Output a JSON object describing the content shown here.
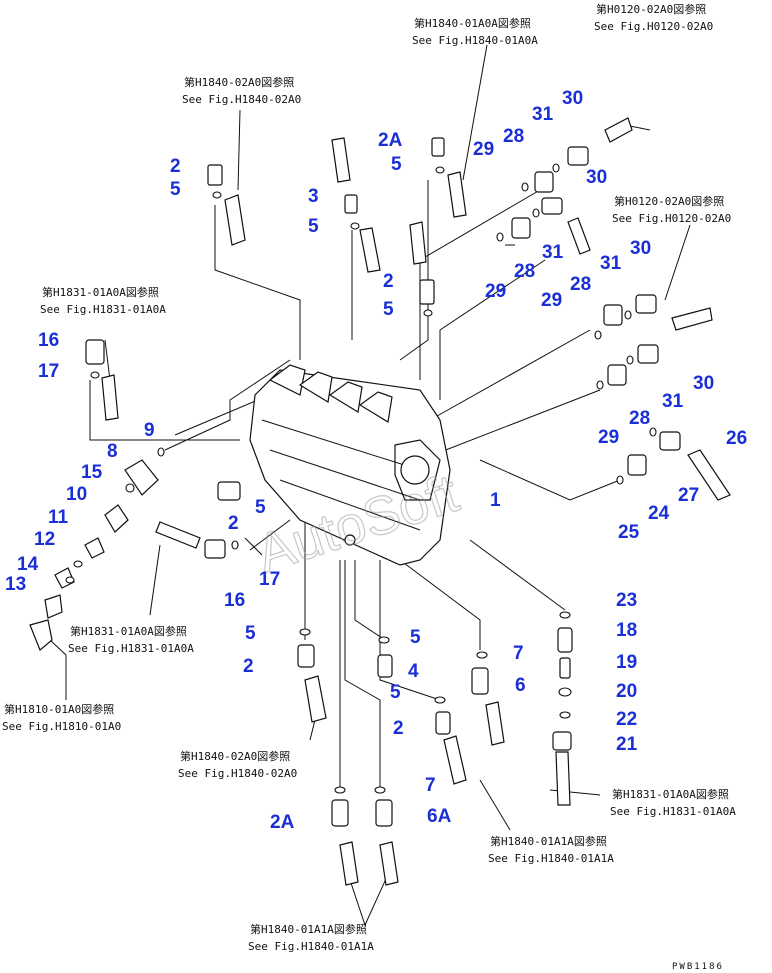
{
  "watermark": "AutoSoft",
  "drawing_code": "PWB1186",
  "refs": [
    {
      "jp": "第H0120-02A0図参照",
      "en": "See Fig.H0120-02A0"
    },
    {
      "jp": "第H1840-01A0A図参照",
      "en": "See Fig.H1840-01A0A"
    },
    {
      "jp": "第H1840-02A0図参照",
      "en": "See Fig.H1840-02A0"
    },
    {
      "jp": "第H0120-02A0図参照",
      "en": "See Fig.H0120-02A0"
    },
    {
      "jp": "第H1831-01A0A図参照",
      "en": "See Fig.H1831-01A0A"
    },
    {
      "jp": "第H1831-01A0A図参照",
      "en": "See Fig.H1831-01A0A"
    },
    {
      "jp": "第H1810-01A0図参照",
      "en": "See Fig.H1810-01A0"
    },
    {
      "jp": "第H1840-02A0図参照",
      "en": "See Fig.H1840-02A0"
    },
    {
      "jp": "第H1840-01A1A図参照",
      "en": "See Fig.H1840-01A1A"
    },
    {
      "jp": "第H1831-01A0A図参照",
      "en": "See Fig.H1831-01A0A"
    },
    {
      "jp": "第H1840-01A1A図参照",
      "en": "See Fig.H1840-01A1A"
    }
  ],
  "callouts": [
    "1",
    "2",
    "2",
    "2",
    "2",
    "2",
    "2A",
    "2A",
    "3",
    "4",
    "5",
    "5",
    "5",
    "5",
    "5",
    "5",
    "5",
    "5",
    "6",
    "6A",
    "7",
    "7",
    "8",
    "9",
    "10",
    "11",
    "12",
    "13",
    "14",
    "15",
    "16",
    "16",
    "17",
    "17",
    "18",
    "19",
    "20",
    "21",
    "22",
    "23",
    "24",
    "25",
    "26",
    "27",
    "28",
    "28",
    "28",
    "28",
    "29",
    "29",
    "29",
    "29",
    "30",
    "30",
    "30",
    "30",
    "31",
    "31",
    "31",
    "31"
  ]
}
